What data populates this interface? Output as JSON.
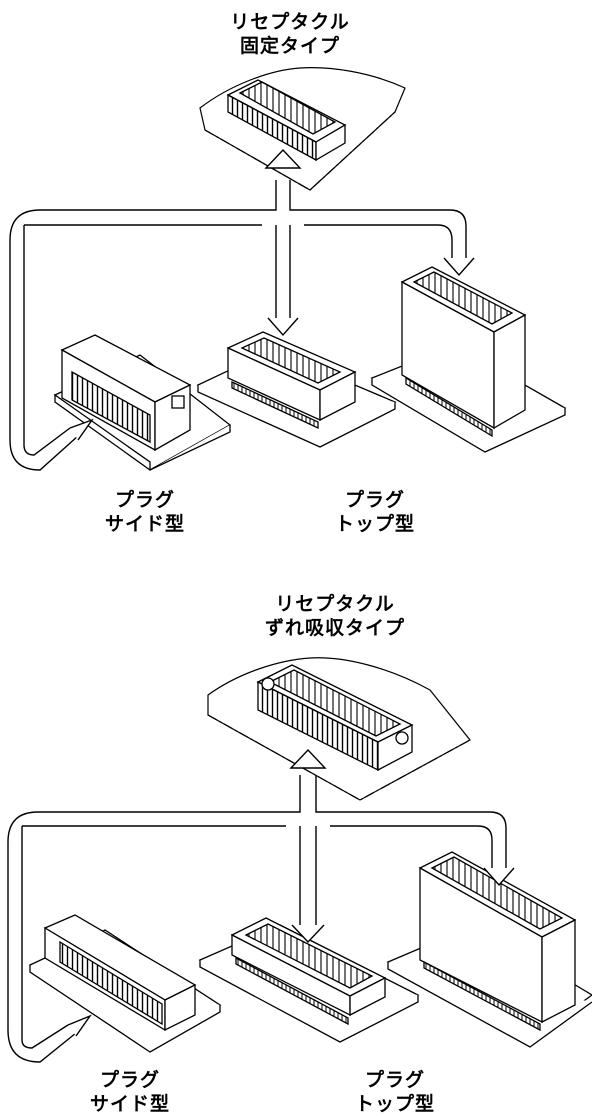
{
  "top_section": {
    "receptacle": {
      "line1": "リセプタクル",
      "line2": "固定タイプ"
    },
    "plug_side": {
      "line1": "プラグ",
      "line2": "サイド型"
    },
    "plug_top": {
      "line1": "プラグ",
      "line2": "トップ型"
    }
  },
  "bottom_section": {
    "receptacle": {
      "line1": "リセプタクル",
      "line2": "ずれ吸収タイプ"
    },
    "plug_side": {
      "line1": "プラグ",
      "line2": "サイド型"
    },
    "plug_top": {
      "line1": "プラグ",
      "line2": "トップ型"
    }
  }
}
